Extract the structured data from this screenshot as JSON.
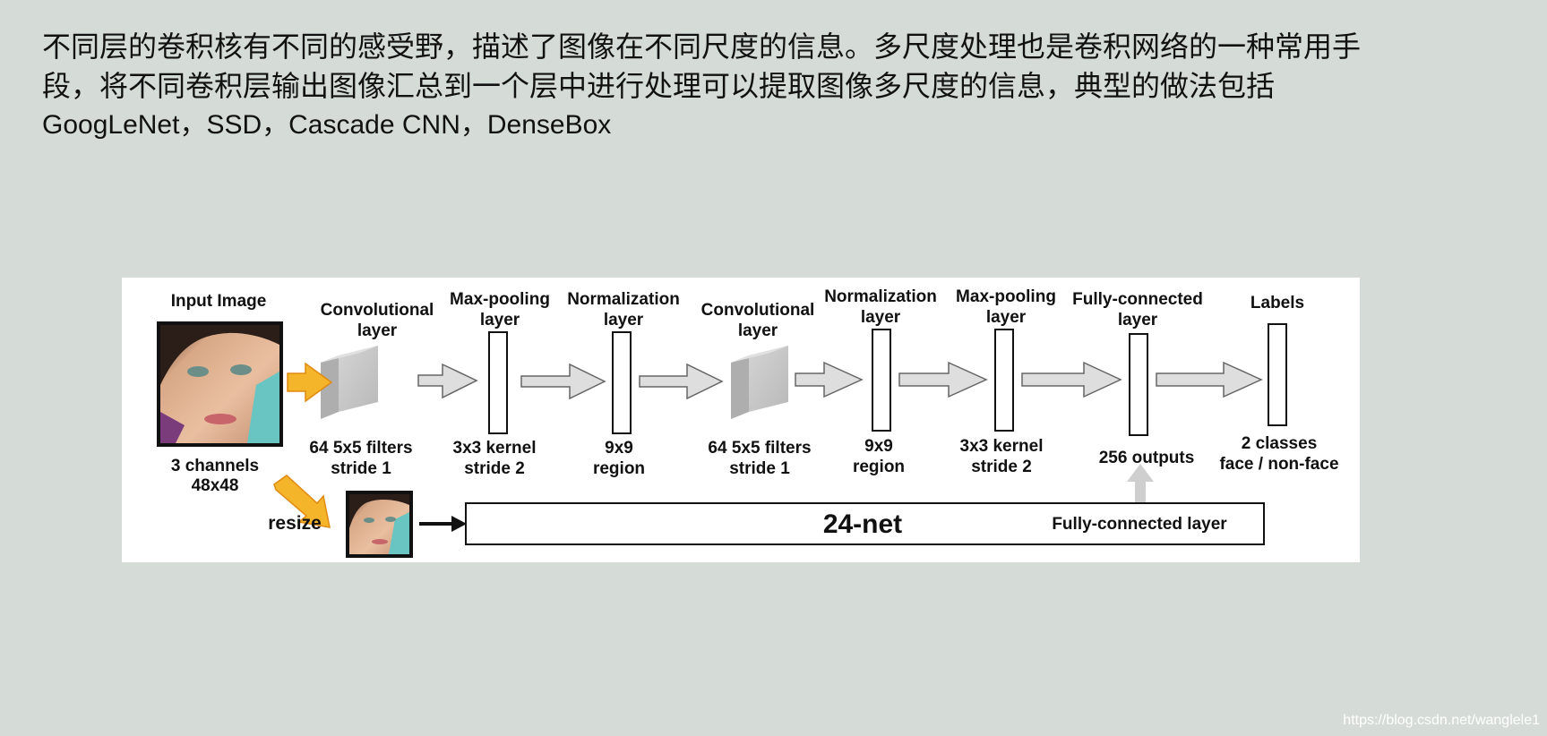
{
  "intro": {
    "line1": "不同层的卷积核有不同的感受野，描述了图像在不同尺度的信息。多尺度处理也是卷积网络的一种常用手",
    "line2": "段，将不同卷积层输出图像汇总到一个层中进行处理可以提取图像多尺度的信息，典型的做法包括",
    "line3": "GoogLeNet，SSD，Cascade CNN，DenseBox"
  },
  "diagram": {
    "input_title": "Input Image",
    "input_caption_1": "3 channels",
    "input_caption_2": "48x48",
    "conv1_title_1": "Convolutional",
    "conv1_title_2": "layer",
    "conv1_caption_1": "64 5x5 filters",
    "conv1_caption_2": "stride 1",
    "pool1_title_1": "Max-pooling",
    "pool1_title_2": "layer",
    "pool1_caption_1": "3x3 kernel",
    "pool1_caption_2": "stride 2",
    "norm1_title_1": "Normalization",
    "norm1_title_2": "layer",
    "norm1_caption_1": "9x9",
    "norm1_caption_2": "region",
    "conv2_title_1": "Convolutional",
    "conv2_title_2": "layer",
    "conv2_caption_1": "64 5x5 filters",
    "conv2_caption_2": "stride 1",
    "norm2_title_1": "Normalization",
    "norm2_title_2": "layer",
    "norm2_caption_1": "9x9",
    "norm2_caption_2": "region",
    "pool2_title_1": "Max-pooling",
    "pool2_title_2": "layer",
    "pool2_caption_1": "3x3 kernel",
    "pool2_caption_2": "stride 2",
    "fc_title_1": "Fully-connected",
    "fc_title_2": "layer",
    "fc_caption": "256 outputs",
    "labels_title": "Labels",
    "labels_caption_1": "2 classes",
    "labels_caption_2": "face / non-face",
    "resize_label": "resize",
    "net24_label": "24-net",
    "net24_fc_label": "Fully-connected layer",
    "colors": {
      "orange_arrow": "#f5b52a",
      "gray_arrow": "#d9d9d9",
      "cube": "#c8c8c8"
    }
  },
  "watermark": "https://blog.csdn.net/wanglele1"
}
